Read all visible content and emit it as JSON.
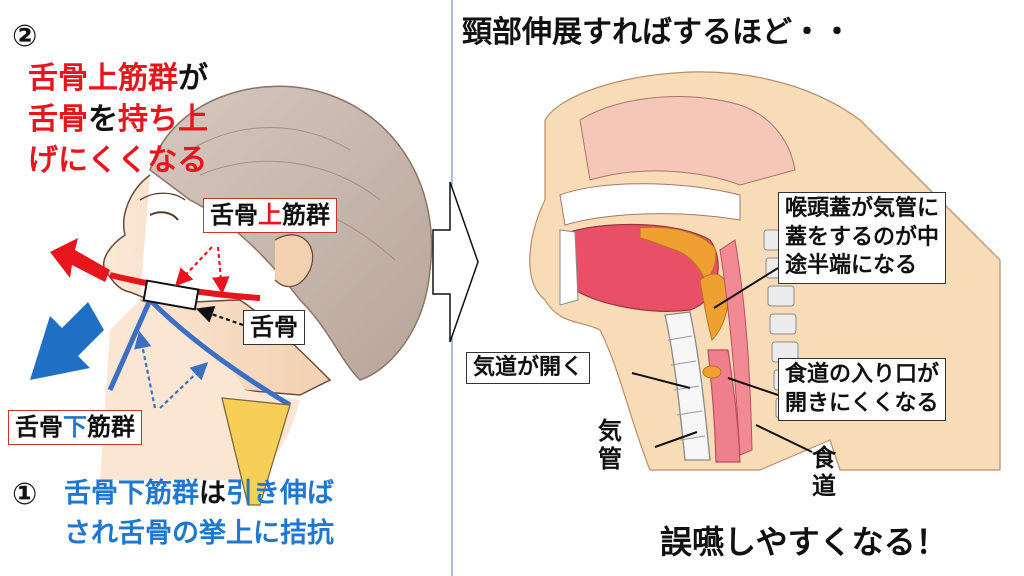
{
  "left": {
    "step2_number": "②",
    "step2_line1": [
      {
        "text": "舌骨上筋群",
        "color": "red"
      },
      {
        "text": "が",
        "color": "dark"
      }
    ],
    "step2_line2": [
      {
        "text": "舌骨",
        "color": "red"
      },
      {
        "text": "を",
        "color": "dark"
      },
      {
        "text": "持ち上",
        "color": "red"
      }
    ],
    "step2_line3": [
      {
        "text": "げにくくなる",
        "color": "red"
      }
    ],
    "label_suprahyoid": [
      {
        "text": "舌骨",
        "color": "dark"
      },
      {
        "text": "上",
        "color": "red"
      },
      {
        "text": "筋群",
        "color": "dark"
      }
    ],
    "label_hyoid": "舌骨",
    "label_infrahyoid": [
      {
        "text": "舌骨",
        "color": "dark"
      },
      {
        "text": "下",
        "color": "blue"
      },
      {
        "text": "筋群",
        "color": "dark"
      }
    ],
    "step1_number": "①",
    "step1_line1": [
      {
        "text": "舌骨下筋群",
        "color": "blue"
      },
      {
        "text": "は",
        "color": "dark"
      },
      {
        "text": "引き伸ば",
        "color": "blue"
      }
    ],
    "step1_line2": [
      {
        "text": "され舌骨の挙上に拮抗",
        "color": "blue"
      }
    ]
  },
  "right": {
    "title": "頸部伸展すればするほど・・",
    "label_epiglottis": [
      "喉頭蓋が気管に",
      "蓋をするのが中",
      "途半端になる"
    ],
    "label_airway": "気道が開く",
    "label_esophagus_entry": [
      "食道の入り口が",
      "開きにくくなる"
    ],
    "label_trachea": [
      "気",
      "管"
    ],
    "label_esophagus": [
      "食",
      "道"
    ],
    "conclusion": "誤嚥しやすくなる！"
  },
  "colors": {
    "red": "#e8161c",
    "blue": "#1f77d0",
    "muscle_blue": "#3b6fc4",
    "hyoid_yellow": "#f7cf56",
    "skin": "#f7ddc4",
    "tissue_pink": "#ef7f8c",
    "epiglottis_orange": "#f0a030"
  }
}
